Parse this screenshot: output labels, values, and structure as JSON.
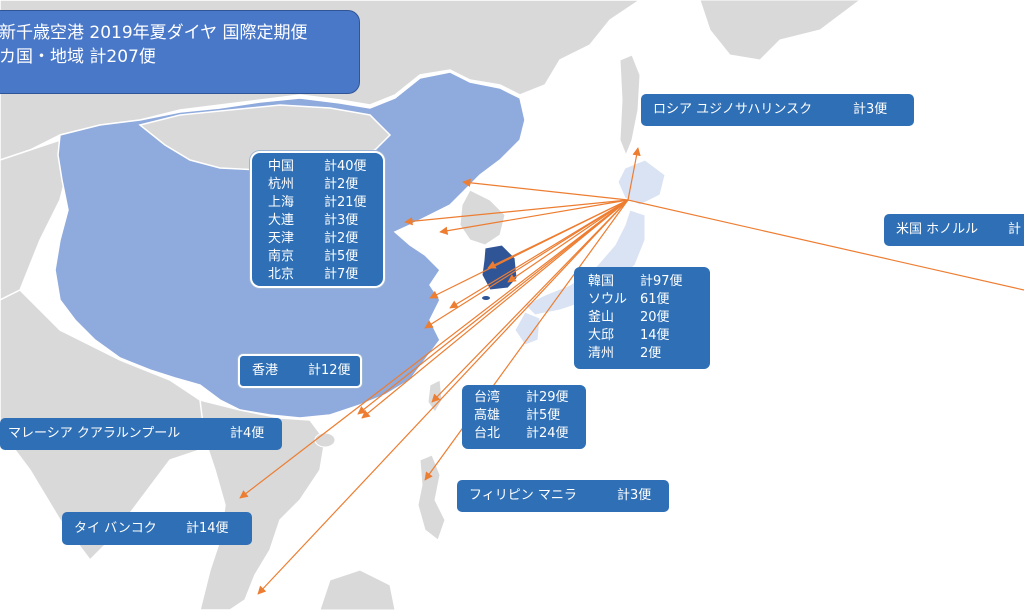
{
  "title": {
    "line1": "新千歳空港 2019年夏ダイヤ 国際定期便",
    "line2": "カ国・地域 計207便"
  },
  "china": {
    "rows": [
      {
        "name": "中国",
        "flights": "計40便"
      },
      {
        "name": "杭州",
        "flights": "計2便"
      },
      {
        "name": "上海",
        "flights": "計21便"
      },
      {
        "name": "大連",
        "flights": "計3便"
      },
      {
        "name": "天津",
        "flights": "計2便"
      },
      {
        "name": "南京",
        "flights": "計5便"
      },
      {
        "name": "北京",
        "flights": "計7便"
      }
    ]
  },
  "korea": {
    "rows": [
      {
        "name": "韓国",
        "flights": "計97便"
      },
      {
        "name": "ソウル",
        "flights": "61便"
      },
      {
        "name": "釜山",
        "flights": "20便"
      },
      {
        "name": "大邱",
        "flights": "14便"
      },
      {
        "name": "清州",
        "flights": "2便"
      }
    ]
  },
  "taiwan": {
    "rows": [
      {
        "name": "台湾",
        "flights": "計29便"
      },
      {
        "name": "高雄",
        "flights": "計5便"
      },
      {
        "name": "台北",
        "flights": "計24便"
      }
    ]
  },
  "russia": {
    "name": "ロシア ユジノサハリンスク",
    "flights": "計3便"
  },
  "usa": {
    "name": "米国 ホノルル",
    "flights": "計"
  },
  "hongkong": {
    "name": "香港",
    "flights": "計12便"
  },
  "malaysia": {
    "name": "マレーシア クアラルンプール",
    "flights": "計4便"
  },
  "thailand": {
    "name": "タイ バンコク",
    "flights": "計14便"
  },
  "philippines": {
    "name": "フィリピン マニラ",
    "flights": "計3便"
  },
  "colors": {
    "sea": "#ffffff",
    "land": "#d9d9d9",
    "china_land": "#8faadc",
    "korea_land": "#2f5597",
    "japan_land": "#dae3f3",
    "route": "#ed7d31",
    "label_box": "#2e6fb6"
  }
}
